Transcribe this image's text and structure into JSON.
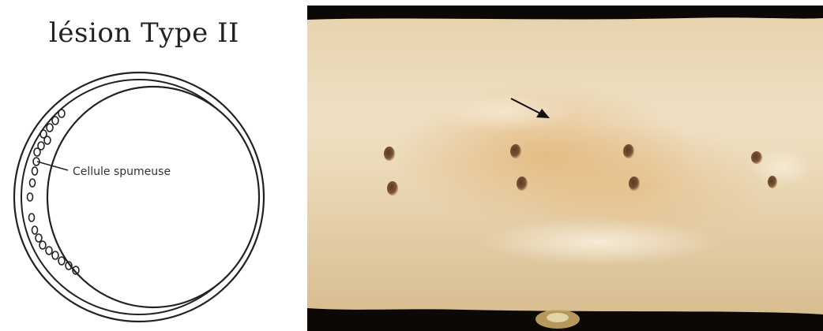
{
  "diagram": {
    "title": "lésion Type II",
    "label": "Cellule spumeuse"
  },
  "colors": {
    "ink": "#222222",
    "tissue": "#e8d6b3",
    "tissue_shadow": "#d9bf93",
    "background_dark": "#0b0806"
  },
  "photo": {
    "subject": "opened artery specimen with fatty streaks",
    "arrow": "black arrow pointing to a yellowish streak"
  }
}
